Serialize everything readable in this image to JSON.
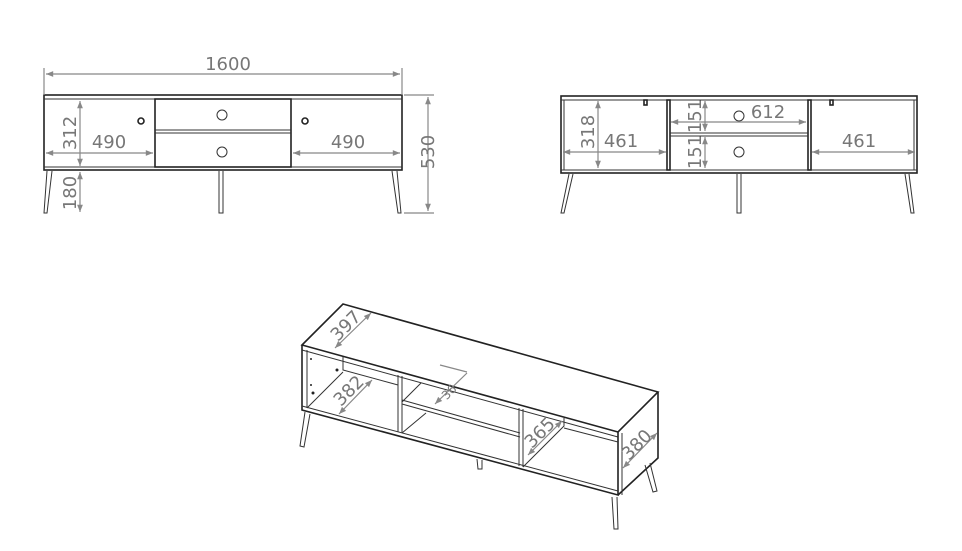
{
  "front_view": {
    "total_width": "1600",
    "total_height": "530",
    "cabinet_height": "312",
    "leg_height": "180",
    "left_door_width": "490",
    "right_door_width": "490"
  },
  "back_view": {
    "compartment_height": "318",
    "left_compartment_width": "461",
    "right_compartment_width": "461",
    "drawer_width": "612",
    "upper_drawer_height": "151",
    "lower_drawer_height": "151"
  },
  "iso_view": {
    "top_depth": "397",
    "left_shelf_depth": "382",
    "middle_shelf_depth": "36",
    "right_inner_depth": "365",
    "side_depth": "380"
  },
  "colors": {
    "line": "#222222",
    "dimension": "#888888"
  }
}
